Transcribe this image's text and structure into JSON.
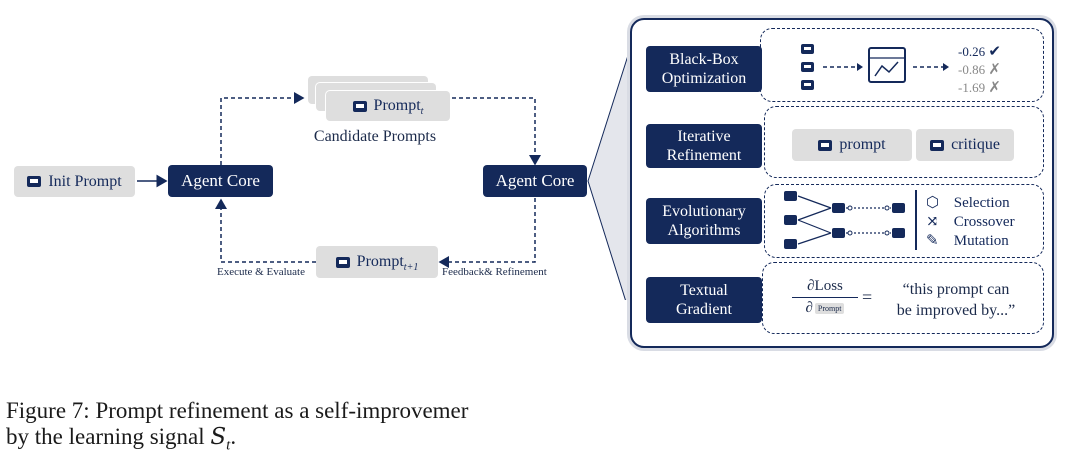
{
  "left_diagram": {
    "init_prompt": "Init Prompt",
    "agent_core_left": "Agent Core",
    "agent_core_right": "Agent Core",
    "prompt_t_base": "Prompt",
    "prompt_t_sub": "t",
    "candidate_label": "Candidate Prompts",
    "prompt_t1_base": "Prompt",
    "prompt_t1_sub": "t+1",
    "execute_label": "Execute & Evaluate",
    "feedback_label": "Feedback& Refinement"
  },
  "panel": {
    "rows": [
      {
        "label_line1": "Black-Box",
        "label_line2": "Optimization"
      },
      {
        "label_line1": "Iterative",
        "label_line2": "Refinement"
      },
      {
        "label_line1": "Evolutionary",
        "label_line2": "Algorithms"
      },
      {
        "label_line1": "Textual",
        "label_line2": "Gradient"
      }
    ],
    "scores": [
      {
        "value": "-0.26",
        "mark": "✔"
      },
      {
        "value": "-0.86",
        "mark": "✗"
      },
      {
        "value": "-1.69",
        "mark": "✗"
      }
    ],
    "refine_prompt": "prompt",
    "refine_critique": "critique",
    "evo_ops": [
      "Selection",
      "Crossover",
      "Mutation"
    ],
    "gradient_numerator": "∂Loss",
    "gradient_denominator_prefix": "∂",
    "gradient_denominator_box": "Prompt",
    "gradient_equals": "=",
    "gradient_quote_line1": "“this prompt can",
    "gradient_quote_line2": "be improved by...”"
  },
  "caption": {
    "line1": "Figure 7: Prompt refinement as a self-improvemer",
    "line2_prefix": "by the learning signal ",
    "line2_symbol": "S",
    "line2_sub": "t",
    "line2_end": "."
  },
  "colors": {
    "navy": "#14295a",
    "gray_box": "#dedede"
  }
}
